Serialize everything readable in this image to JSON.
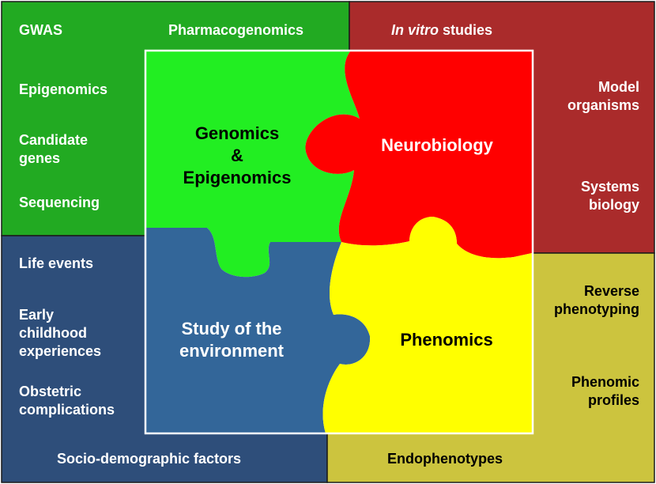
{
  "colors": {
    "outer_green": "#22AA22",
    "outer_red": "#AA2B2B",
    "outer_blue": "#2E4E7A",
    "outer_yellow": "#CCC43E",
    "piece_green": "#22EE22",
    "piece_red": "#FF0000",
    "piece_blue": "#336699",
    "piece_yellow": "#FFFF00"
  },
  "outer": {
    "genomics": {
      "gwas": "GWAS",
      "pharmacogenomics": "Pharmacogenomics",
      "epigenomics": "Epigenomics",
      "candidate_genes": [
        "Candidate",
        "genes"
      ],
      "sequencing": "Sequencing"
    },
    "neurobiology": {
      "in_vitro_italic": "In vitro",
      "in_vitro_rest": " studies",
      "model_organisms": [
        "Model",
        "organisms"
      ],
      "systems_biology": [
        "Systems",
        "biology"
      ]
    },
    "environment": {
      "life_events": "Life events",
      "early_childhood": [
        "Early",
        "childhood",
        "experiences"
      ],
      "obstetric": [
        "Obstetric",
        "complications"
      ],
      "socio_demographic": "Socio-demographic factors"
    },
    "phenomics": {
      "reverse_phenotyping": [
        "Reverse",
        "phenotyping"
      ],
      "phenomic_profiles": [
        "Phenomic",
        "profiles"
      ],
      "endophenotypes": "Endophenotypes"
    }
  },
  "pieces": {
    "genomics": [
      "Genomics",
      "&",
      "Epigenomics"
    ],
    "neurobiology": "Neurobiology",
    "environment": [
      "Study of the",
      "environment"
    ],
    "phenomics": "Phenomics"
  }
}
